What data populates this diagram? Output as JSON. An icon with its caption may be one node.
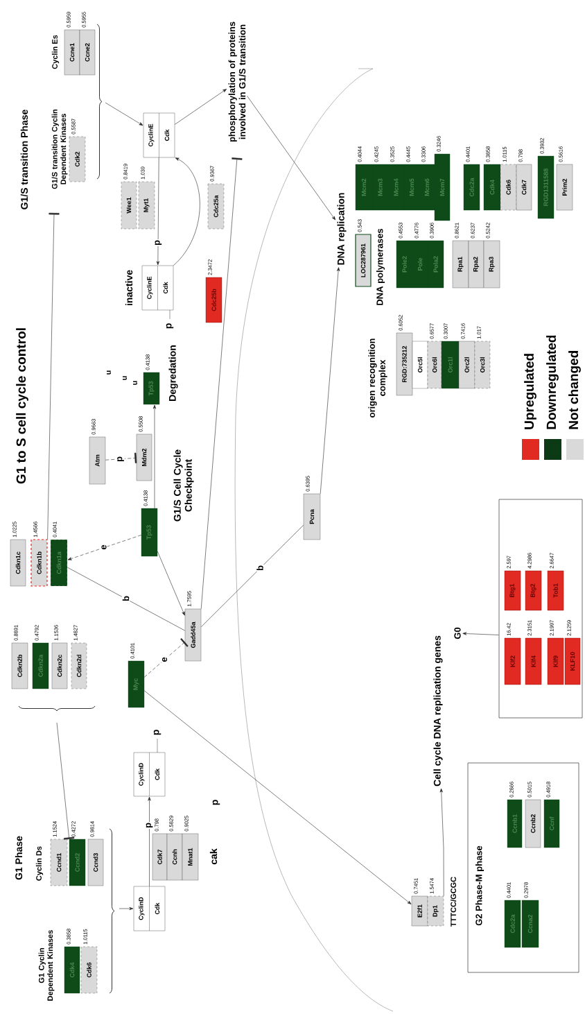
{
  "diagram": {
    "title": "G1 to S cell cycle control",
    "nodes": [
      {
        "text": [
          "Cdk4"
        ],
        "beside": [
          "0.3858"
        ]
      },
      {
        "text": [
          "Cdk6"
        ],
        "beside": [
          "1.0115"
        ]
      },
      {
        "text": [
          "Ccnd1"
        ],
        "beside": [
          "1.1524"
        ]
      },
      {
        "text": [
          "Ccnd2"
        ],
        "beside": [
          "0.4272"
        ]
      },
      {
        "text": [
          "Ccnd3"
        ],
        "beside": [
          "0.9814"
        ]
      },
      {
        "text": [
          "CyclinD",
          "Cdk"
        ]
      },
      {
        "text": [
          "Cdk7"
        ],
        "beside": [
          "0.798"
        ]
      },
      {
        "text": [
          "Ccnh"
        ],
        "beside": [
          "0.5829"
        ]
      },
      {
        "text": [
          "Mnat1"
        ],
        "beside": [
          "0.9025"
        ]
      },
      {
        "text": [
          "CyclinD",
          "Cdk"
        ],
        "beside": [
          "p"
        ]
      },
      {
        "text": [
          "Cdkn2b"
        ],
        "beside": [
          "0.8891"
        ]
      },
      {
        "text": [
          "Cdkn2a"
        ],
        "beside": [
          "0.4792"
        ]
      },
      {
        "text": [
          "Cdkn2c"
        ],
        "beside": [
          "1.1536"
        ]
      },
      {
        "text": [
          "Cdkn2d"
        ],
        "beside": [
          "1.4827"
        ]
      },
      {
        "text": [
          "Myc"
        ],
        "beside": [
          "0.4101"
        ]
      },
      {
        "text": [
          "Cdkn1c"
        ],
        "beside": [
          "1.0225"
        ]
      },
      {
        "text": [
          "Cdkn1b"
        ],
        "beside": [
          "1.4566"
        ]
      },
      {
        "text": [
          "Cdkn1a"
        ],
        "beside": [
          "0.4041"
        ]
      },
      {
        "text": [
          "Gadd45a"
        ],
        "beside": [
          "1.7595"
        ]
      },
      {
        "text": [
          "Tp53"
        ],
        "beside": [
          "0.4138"
        ]
      },
      {
        "text": [
          "Atm"
        ],
        "beside": [
          "0.9663"
        ]
      },
      {
        "text": [
          "Mdm2"
        ],
        "beside": [
          "0.5508"
        ]
      },
      {
        "text": [
          "Tp53"
        ],
        "beside": [
          "0.4138",
          "u",
          "u",
          "u"
        ]
      },
      {
        "text": [
          "E2f1"
        ],
        "beside": [
          "0.7451"
        ]
      },
      {
        "text": [
          "Dp1"
        ],
        "beside": [
          "1.5474"
        ]
      },
      {
        "text": [
          "Cell cycle DNA replication genes"
        ]
      },
      {
        "text": [
          "Pcna"
        ],
        "beside": [
          "0.6395"
        ]
      },
      {
        "text": [
          "Cdk2"
        ],
        "beside": [
          "0.5587"
        ]
      },
      {
        "text": [
          "Ccne1"
        ],
        "beside": [
          "0.5959"
        ]
      },
      {
        "text": [
          "Ccne2"
        ],
        "beside": [
          "0.5955"
        ]
      },
      {
        "text": [
          "Wee1"
        ],
        "beside": [
          "0.8419"
        ]
      },
      {
        "text": [
          "Myt1"
        ],
        "beside": [
          "1.039"
        ]
      },
      {
        "text": [
          "CyclinE",
          "Cdk"
        ]
      },
      {
        "text": [
          "inactive",
          "CyclinE",
          "Cdk"
        ],
        "beside": [
          "p"
        ]
      },
      {
        "text": [
          "Cdc25a"
        ],
        "beside": [
          "0.9367"
        ]
      },
      {
        "text": [
          "Cdc25b"
        ],
        "beside": [
          "2.3472"
        ]
      },
      {
        "text": [
          "phosphorylation of proteins involved in G1/S transition"
        ]
      },
      {
        "text": [
          "DNA replication"
        ]
      },
      {
        "text": [
          "LOC287961"
        ],
        "beside": [
          "0.543"
        ]
      },
      {
        "text": [
          "Mcm2"
        ],
        "beside": [
          "0.4044"
        ]
      },
      {
        "text": [
          "Mcm3"
        ],
        "beside": [
          "0.4245"
        ]
      },
      {
        "text": [
          "Mcm4"
        ],
        "beside": [
          "0.3525"
        ]
      },
      {
        "text": [
          "Mcm5"
        ],
        "beside": [
          "0.4445"
        ]
      },
      {
        "text": [
          "Mcm6"
        ],
        "beside": [
          "0.3306"
        ]
      },
      {
        "text": [
          "Mcm7"
        ],
        "beside": [
          "0.3246"
        ]
      },
      {
        "text": [
          "Pole2"
        ],
        "beside": [
          "0.4553"
        ]
      },
      {
        "text": [
          "Pole"
        ],
        "beside": [
          "0.4776"
        ]
      },
      {
        "text": [
          "Pola2"
        ],
        "beside": [
          "0.3906"
        ]
      },
      {
        "text": [
          "Cdc2a"
        ],
        "beside": [
          "0.4401"
        ]
      },
      {
        "text": [
          "Cdk4"
        ],
        "beside": [
          "0.3858"
        ]
      },
      {
        "text": [
          "Cdk6"
        ],
        "beside": [
          "1.0115"
        ]
      },
      {
        "text": [
          "Cdk7"
        ],
        "beside": [
          "0.798"
        ]
      },
      {
        "text": [
          "Rpa1"
        ],
        "beside": [
          "0.8621"
        ]
      },
      {
        "text": [
          "Rpa2"
        ],
        "beside": [
          "0.6237"
        ]
      },
      {
        "text": [
          "Rpa3"
        ],
        "beside": [
          "0.5242"
        ]
      },
      {
        "text": [
          "RGD1311588"
        ],
        "beside": [
          "0.3932"
        ]
      },
      {
        "text": [
          "Prim2"
        ],
        "beside": [
          "0.5616"
        ]
      },
      {
        "text": [
          "RGD:735212"
        ],
        "beside": [
          "0.6052"
        ]
      },
      {
        "text": [
          "Orc5l"
        ]
      },
      {
        "text": [
          "Orc6l"
        ],
        "beside": [
          "0.6577"
        ]
      },
      {
        "text": [
          "Orc1l"
        ],
        "beside": [
          "0.3007"
        ]
      },
      {
        "text": [
          "Orc2l"
        ],
        "beside": [
          "0.7416"
        ]
      },
      {
        "text": [
          "Orc3l"
        ],
        "beside": [
          "1.017"
        ]
      },
      {
        "text": [
          "G0"
        ]
      },
      {
        "text": [],
        "shape": "box"
      },
      {
        "text": [
          "Klf2"
        ],
        "beside": [
          "16.42"
        ],
        "in": 64
      },
      {
        "text": [
          "Klf4"
        ],
        "beside": [
          "2.3151"
        ],
        "in": 64
      },
      {
        "text": [
          "Klf9"
        ],
        "beside": [
          "2.1997"
        ],
        "in": 64
      },
      {
        "text": [
          "KLF10"
        ],
        "beside": [
          "2.1259"
        ],
        "in": 64
      },
      {
        "text": [
          "Btg1"
        ],
        "beside": [
          "2.597"
        ],
        "in": 64
      },
      {
        "text": [
          "Btg2"
        ],
        "beside": [
          "4.2986"
        ],
        "in": 64
      },
      {
        "text": [
          "Tob1"
        ],
        "beside": [
          "2.6647"
        ],
        "in": 64
      },
      {
        "text": [
          "G2 Phase-M phase"
        ]
      },
      {
        "text": [
          "Cdc2a"
        ],
        "beside": [
          "0.4401"
        ],
        "in": 72
      },
      {
        "text": [
          "Ccna2"
        ],
        "beside": [
          "0.2978"
        ],
        "in": 72
      },
      {
        "text": [
          "Ccnb1"
        ],
        "beside": [
          "0.2866"
        ],
        "in": 72
      },
      {
        "text": [
          "Ccnb2"
        ],
        "beside": [
          "0.5015"
        ],
        "in": 72
      },
      {
        "text": [
          "Ccnf"
        ],
        "beside": [
          "0.4918"
        ],
        "in": 72
      }
    ],
    "edges": [
      {
        "from": null,
        "to": 5,
        "arrow": "to"
      },
      {
        "from": 5,
        "to": 9,
        "arrow": "to",
        "label": "p"
      },
      {
        "from": null,
        "to": 3,
        "arrow": "other"
      },
      {
        "from": 14,
        "to": 23,
        "arrow": "to"
      },
      {
        "from": 14,
        "to": 18,
        "arrow": "other",
        "label": "e",
        "style": "dashed"
      },
      {
        "from": 19,
        "to": 17,
        "arrow": "to",
        "label": "e",
        "style": "dashed"
      },
      {
        "from": 19,
        "to": 18,
        "arrow": "to"
      },
      {
        "from": 17,
        "to": 18,
        "arrow": "none",
        "label": "b"
      },
      {
        "from": 20,
        "to": 21,
        "arrow": "other",
        "label": "p",
        "style": "dashed"
      },
      {
        "from": 19,
        "to": 22,
        "arrow": "to"
      },
      {
        "from": 16,
        "to": null,
        "arrow": "other"
      },
      {
        "from": 18,
        "to": 36,
        "arrow": "other"
      },
      {
        "from": 18,
        "to": 26,
        "arrow": "none",
        "label": "b"
      },
      {
        "from": 26,
        "to": 37,
        "arrow": "to"
      },
      {
        "from": null,
        "to": 32,
        "arrow": "to"
      },
      {
        "from": 32,
        "to": 33,
        "arrow": "to",
        "label": "p"
      },
      {
        "from": 33,
        "to": 32,
        "arrow": "to"
      },
      {
        "from": 32,
        "to": 36,
        "arrow": "to"
      },
      {
        "from": 36,
        "to": 37,
        "arrow": "to"
      },
      {
        "from": 24,
        "to": 25,
        "arrow": "to"
      },
      {
        "from": 64,
        "to": 63,
        "arrow": "to"
      }
    ],
    "labels": [
      "G1/S transition Phase",
      "G1/S transition Cyclin Dependent Kinases",
      "Cyclin Es",
      "G1 Phase",
      "G1 Cyclin Dependent Kinases",
      "Cyclin Ds",
      "cak",
      "p",
      "G1/S Cell Cycle Checkpoint",
      "Degredation",
      "TTTCC/GCGC",
      "origen recognition complex",
      "DNA polymerases"
    ],
    "legend": [
      {
        "text": "Upregulated",
        "color": "#e02a22"
      },
      {
        "text": "Downregulated",
        "color": "#0b3a14"
      },
      {
        "text": "Not changed",
        "color": "#d9d9d9"
      }
    ]
  }
}
